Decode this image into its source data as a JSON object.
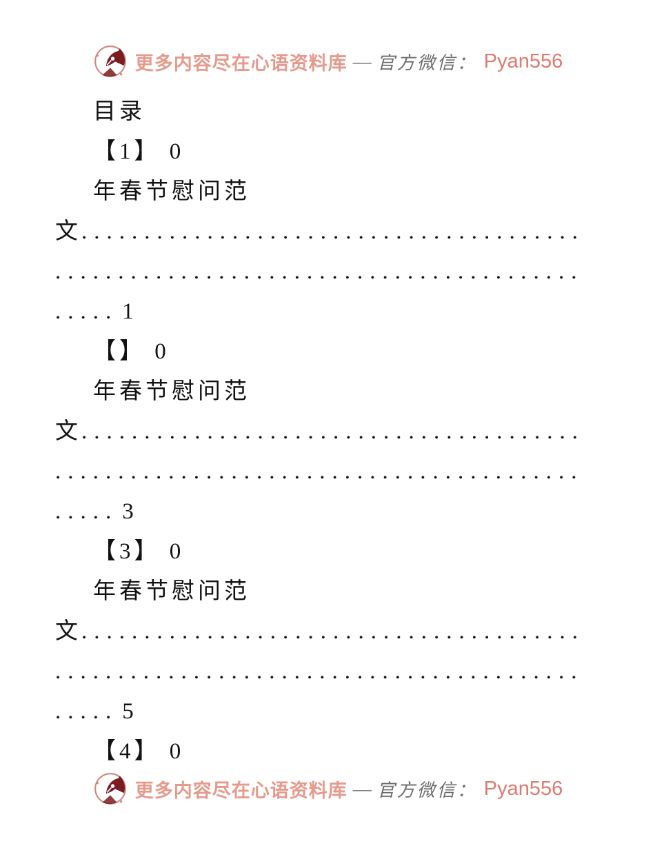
{
  "banner": {
    "brand_text": "更多内容尽在心语资料库",
    "separator": "—",
    "wechat_label": "官方微信：",
    "wechat_id": "Pyan556"
  },
  "colors": {
    "brand_text": "#e59a8c",
    "wechat_label": "#6c6c6c",
    "wechat_id": "#e0796f",
    "logo_dark_red": "#7a1c22",
    "logo_light_red": "#cf8a80",
    "body_text": "#121212",
    "page_background": "#ffffff"
  },
  "toc": {
    "lines": [
      {
        "lead": "目录"
      },
      {
        "lead": "【1】 0"
      },
      {
        "lead": "年春节慰问范"
      },
      {
        "lead": "文",
        "dots": "..........................................."
      },
      {
        "dots": "............................................"
      },
      {
        "dots": ".....",
        "tail": "1"
      },
      {
        "lead": "【】 0"
      },
      {
        "lead": "年春节慰问范"
      },
      {
        "lead": "文",
        "dots": "..........................................."
      },
      {
        "dots": "............................................"
      },
      {
        "dots": ".....",
        "tail": "3"
      },
      {
        "lead": "【3】 0"
      },
      {
        "lead": "年春节慰问范"
      },
      {
        "lead": "文",
        "dots": "..........................................."
      },
      {
        "dots": "............................................"
      },
      {
        "dots": ".....",
        "tail": "5"
      },
      {
        "lead": "【4】 0"
      }
    ]
  }
}
